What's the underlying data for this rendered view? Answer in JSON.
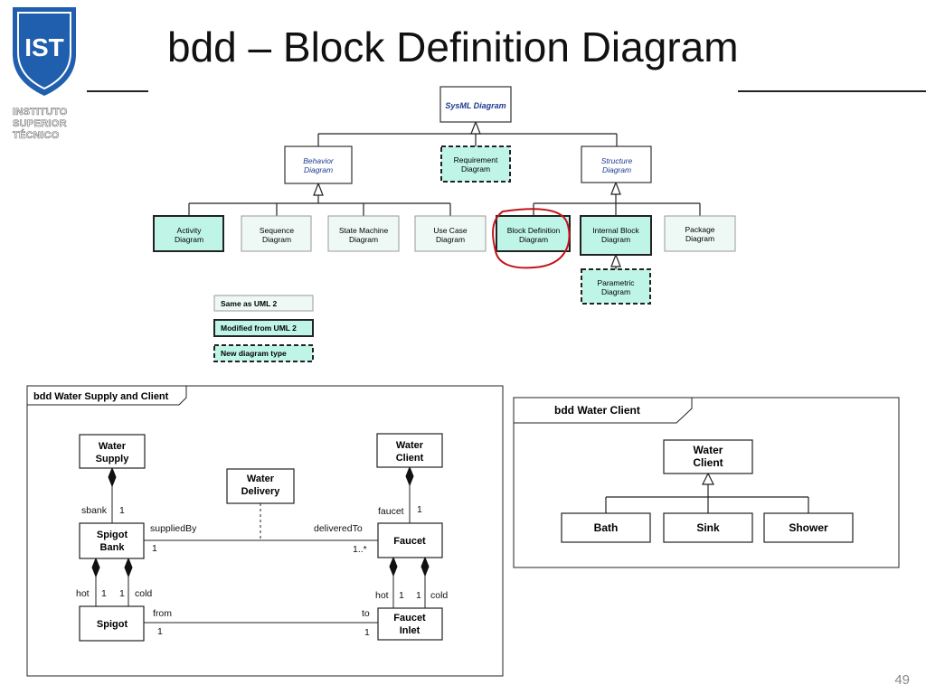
{
  "title": "bdd – Block Definition Diagram",
  "slide_number": "49",
  "logo": {
    "lines": [
      "INSTITUTO",
      "SUPERIOR",
      "TÉCNICO"
    ],
    "emblem_text": "IST"
  },
  "taxonomy": {
    "root": "SysML Diagram",
    "level1": {
      "behavior": "Behavior Diagram",
      "requirement": "Requirement Diagram",
      "structure": "Structure Diagram"
    },
    "level2": {
      "activity": "Activity Diagram",
      "sequence": "Sequence Diagram",
      "state_machine": "State Machine Diagram",
      "use_case": "Use Case Diagram",
      "bdd": "Block Definition Diagram",
      "ibd": "Internal Block Diagram",
      "package": "Package Diagram"
    },
    "parametric": "Parametric Diagram",
    "legend": {
      "same": "Same as UML 2",
      "modified": "Modified from UML 2",
      "new": "New diagram type"
    },
    "colors": {
      "modified_fill": "#bff5e6",
      "same_fill": "#eef9f6",
      "highlight": "#c0161c",
      "italic_text": "#1d3c8f"
    }
  },
  "supply_diagram": {
    "frame_title": "bdd Water Supply and Client",
    "blocks": {
      "water_supply": "Water Supply",
      "water_client": "Water Client",
      "water_delivery": "Water Delivery",
      "spigot_bank": "Spigot Bank",
      "faucet": "Faucet",
      "spigot": "Spigot",
      "faucet_inlet": "Faucet Inlet"
    },
    "labels": {
      "sbank": "sbank",
      "sbank_mult": "1",
      "faucet_role": "faucet",
      "faucet_mult": "1",
      "supplied_by": "suppliedBy",
      "supplied_by_mult": "1",
      "delivered_to": "deliveredTo",
      "delivered_to_mult": "1..*",
      "spigot_hot": "hot",
      "spigot_hot_mult": "1",
      "spigot_cold_mult": "1",
      "spigot_cold": "cold",
      "inlet_hot": "hot",
      "inlet_hot_mult": "1",
      "inlet_cold_mult": "1",
      "inlet_cold": "cold",
      "from": "from",
      "from_mult": "1",
      "to": "to",
      "to_mult": "1"
    }
  },
  "client_diagram": {
    "frame_title": "bdd Water Client",
    "parent": "Water Client",
    "children": [
      "Bath",
      "Sink",
      "Shower"
    ]
  }
}
